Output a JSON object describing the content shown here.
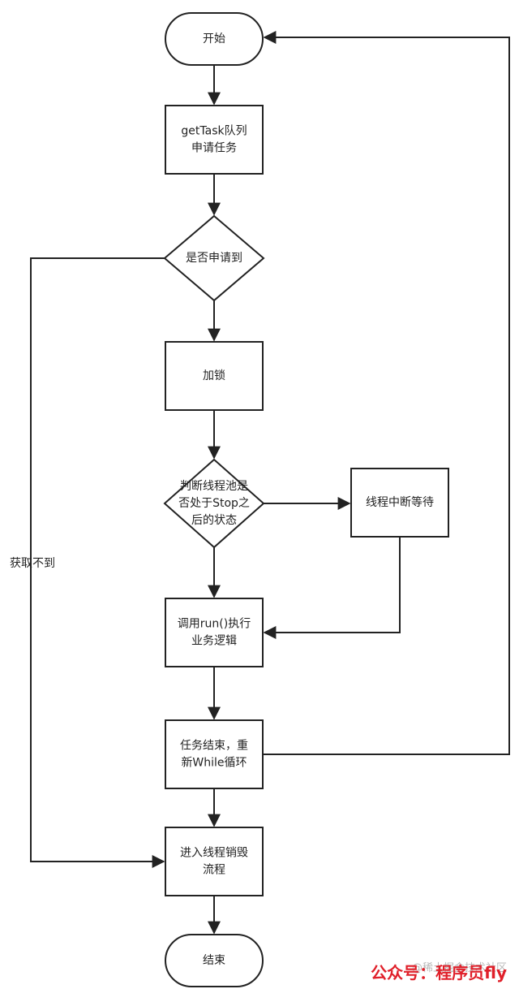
{
  "diagram": {
    "nodes": [
      {
        "id": "start",
        "shape": "terminator",
        "lines": [
          "开始"
        ]
      },
      {
        "id": "get_task",
        "shape": "process",
        "lines": [
          "getTask队列",
          "申请任务"
        ]
      },
      {
        "id": "acquired",
        "shape": "decision",
        "lines": [
          "是否申请到"
        ]
      },
      {
        "id": "lock",
        "shape": "process",
        "lines": [
          "加锁"
        ]
      },
      {
        "id": "check_stop",
        "shape": "decision",
        "lines": [
          "判断线程池是",
          "否处于Stop之",
          "后的状态"
        ]
      },
      {
        "id": "interrupt",
        "shape": "process",
        "lines": [
          "线程中断等待"
        ]
      },
      {
        "id": "run_task",
        "shape": "process",
        "lines": [
          "调用run()执行",
          "业务逻辑"
        ]
      },
      {
        "id": "task_end",
        "shape": "process",
        "lines": [
          "任务结束，重",
          "新While循环"
        ]
      },
      {
        "id": "destroy",
        "shape": "process",
        "lines": [
          "进入线程销毁",
          "流程"
        ]
      },
      {
        "id": "end",
        "shape": "terminator",
        "lines": [
          "结束"
        ]
      }
    ],
    "edges": [
      {
        "from": "start",
        "to": "get_task",
        "label": ""
      },
      {
        "from": "get_task",
        "to": "acquired",
        "label": ""
      },
      {
        "from": "acquired",
        "to": "lock",
        "label": ""
      },
      {
        "from": "acquired",
        "to": "destroy",
        "label": "获取不到"
      },
      {
        "from": "lock",
        "to": "check_stop",
        "label": ""
      },
      {
        "from": "check_stop",
        "to": "interrupt",
        "label": ""
      },
      {
        "from": "check_stop",
        "to": "run_task",
        "label": ""
      },
      {
        "from": "interrupt",
        "to": "run_task",
        "label": ""
      },
      {
        "from": "run_task",
        "to": "task_end",
        "label": ""
      },
      {
        "from": "task_end",
        "to": "start",
        "label": ""
      },
      {
        "from": "task_end",
        "to": "destroy",
        "label": ""
      },
      {
        "from": "destroy",
        "to": "end",
        "label": ""
      }
    ]
  },
  "watermark": {
    "main": "公众号：程序员fly",
    "sub": "@稀土掘金技术社区",
    "color": "#e0202a"
  },
  "colors": {
    "stroke": "#222222",
    "fill": "#ffffff"
  }
}
